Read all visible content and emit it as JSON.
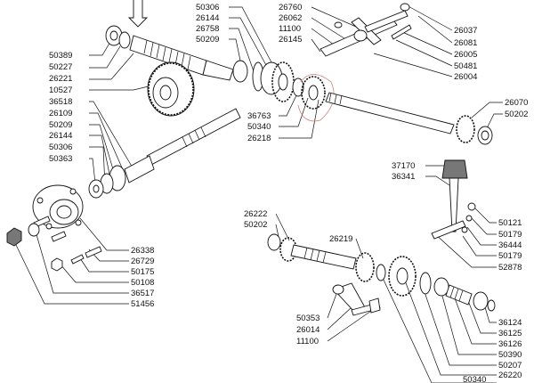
{
  "colors": {
    "ink": "#111111",
    "highlight": "#d4807a",
    "background": "#ffffff"
  },
  "left_group": {
    "labels": [
      "50389",
      "50227",
      "26221",
      "10527",
      "36518",
      "26109",
      "50209",
      "26144",
      "50306",
      "50363"
    ]
  },
  "bottom_left": {
    "labels": [
      "26338",
      "26729",
      "50175",
      "50108",
      "36517",
      "51456"
    ]
  },
  "center_top": {
    "labels": [
      "50306",
      "26144",
      "26758",
      "50209"
    ]
  },
  "center_mid": {
    "labels": [
      "36763",
      "50340",
      "26218"
    ]
  },
  "top_right_mid": {
    "labels": [
      "26760",
      "26062",
      "11100",
      "26145"
    ]
  },
  "top_right": {
    "labels": [
      "26037",
      "26081",
      "26005",
      "50481",
      "26004"
    ]
  },
  "right_shaft": {
    "labels": [
      "26070",
      "50202"
    ]
  },
  "lever": {
    "labels": [
      "37170",
      "36341"
    ]
  },
  "lever_right": {
    "labels": [
      "50121",
      "50179",
      "36444",
      "50179",
      "52878"
    ]
  },
  "lower_shaft": {
    "labels": [
      "26222",
      "50202",
      "26219"
    ]
  },
  "lower_lever": {
    "labels": [
      "50353",
      "26014",
      "11100"
    ]
  },
  "bottom_right": {
    "labels": [
      "36124",
      "36125",
      "36126",
      "50390",
      "50207",
      "26220",
      "50340"
    ]
  }
}
